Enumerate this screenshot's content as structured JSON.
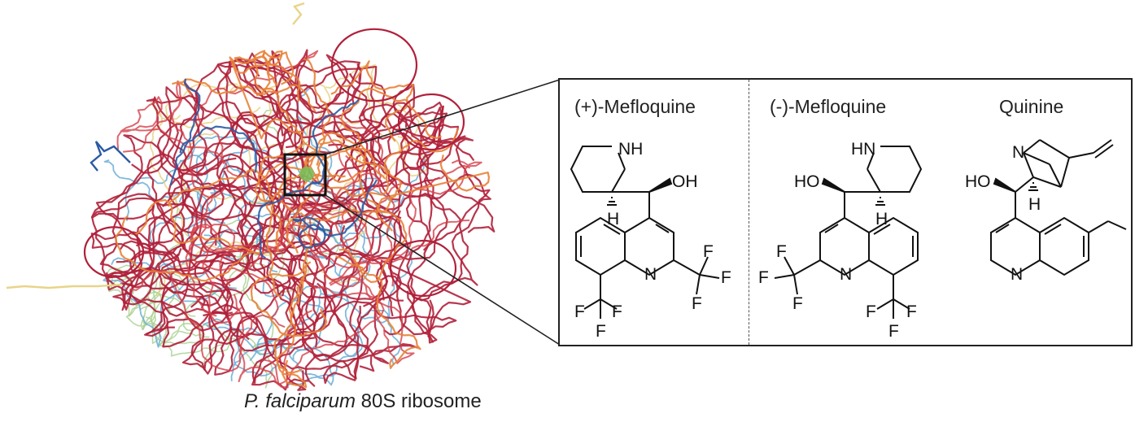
{
  "caption": {
    "species": "P. falciparum",
    "rest": " 80S ribosome"
  },
  "compounds": [
    {
      "name": "(+)-Mefloquine"
    },
    {
      "name": "(-)-Mefloquine"
    },
    {
      "name": "Quinine"
    }
  ],
  "atoms": {
    "nh": "NH",
    "hn": "HN",
    "oh": "OH",
    "ho": "HO",
    "h": "H",
    "n": "N",
    "f": "F"
  },
  "colors": {
    "rrna": "#b0203a",
    "rrna_light": "#d4404a",
    "protein_orange": "#e8823a",
    "protein_blue": "#6aaed6",
    "protein_yellow": "#e8d48a",
    "protein_green": "#a8cf8e",
    "protein_navy": "#2b5aa3"
  }
}
